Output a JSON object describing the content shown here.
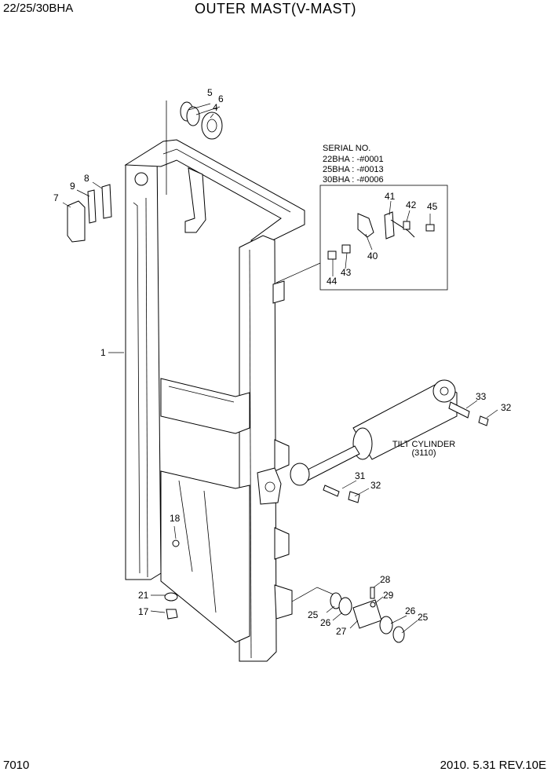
{
  "header": {
    "model": "22/25/30BHA",
    "title": "OUTER MAST(V-MAST)"
  },
  "footer": {
    "page_number": "7010",
    "date_revision": "2010. 5.31  REV.10E"
  },
  "serial_note": {
    "heading": "SERIAL NO.",
    "lines": [
      "22BHA : -#0001",
      "25BHA : -#0013",
      "30BHA : -#0006"
    ]
  },
  "tilt_cylinder_note": {
    "label": "TILT CYLINDER",
    "ref": "(3110)"
  },
  "callouts": {
    "c1": "1",
    "c4": "4",
    "c5": "5",
    "c6": "6",
    "c7": "7",
    "c8": "8",
    "c9": "9",
    "c17": "17",
    "c18": "18",
    "c21": "21",
    "c25a": "25",
    "c25b": "25",
    "c26a": "26",
    "c26b": "26",
    "c27": "27",
    "c28": "28",
    "c29": "29",
    "c31": "31",
    "c32a": "32",
    "c32b": "32",
    "c33": "33",
    "c40": "40",
    "c41": "41",
    "c42": "42",
    "c43": "43",
    "c44": "44",
    "c45": "45"
  }
}
